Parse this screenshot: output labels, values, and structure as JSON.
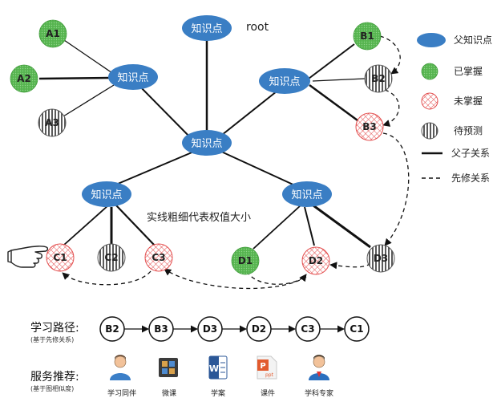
{
  "root_label": "root",
  "concept_label": "知识点",
  "caption": "实线粗细代表权值大小",
  "nodes": {
    "A1": "A1",
    "A2": "A2",
    "A3": "A3",
    "B1": "B1",
    "B2": "B2",
    "B3": "B3",
    "C1": "C1",
    "C2": "C2",
    "C3": "C3",
    "D1": "D1",
    "D2": "D2",
    "D3": "D3"
  },
  "legend": {
    "parent_node": "父知识点",
    "mastered": "已掌握",
    "unmastered": "未掌握",
    "to_predict": "待预测",
    "parent_child": "父子关系",
    "prerequisite": "先修关系"
  },
  "learning_path": {
    "title": "学习路径:",
    "subtitle": "(基于先修关系)",
    "steps": [
      "B2",
      "B3",
      "D3",
      "D2",
      "C3",
      "C1"
    ]
  },
  "service": {
    "title": "服务推荐:",
    "subtitle": "(基于图相似度)",
    "items": [
      {
        "label": "学习同伴",
        "icon": "person-icon"
      },
      {
        "label": "微课",
        "icon": "film-icon"
      },
      {
        "label": "学案",
        "icon": "word-document-icon"
      },
      {
        "label": "课件",
        "icon": "powerpoint-icon"
      },
      {
        "label": "学科专家",
        "icon": "expert-person-icon"
      }
    ]
  },
  "colors": {
    "concept": "#3a7ec4",
    "mastered": "#5cb85c",
    "unmastered": "#e8403f",
    "to_predict": "#555555"
  }
}
